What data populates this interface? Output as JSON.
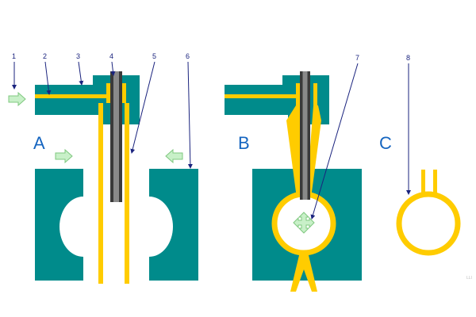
{
  "callouts": [
    "1",
    "2",
    "3",
    "4",
    "5",
    "6",
    "7",
    "8"
  ],
  "panels": [
    "A",
    "B",
    "C"
  ],
  "watermark": "LLI",
  "colors": {
    "mold": "#008b8b",
    "tube": "#ffcc00",
    "needle": "#616161",
    "arrow_line": "#1a237e",
    "panel_label": "#1565c0",
    "flow_arrow": "#c8f0c8"
  }
}
